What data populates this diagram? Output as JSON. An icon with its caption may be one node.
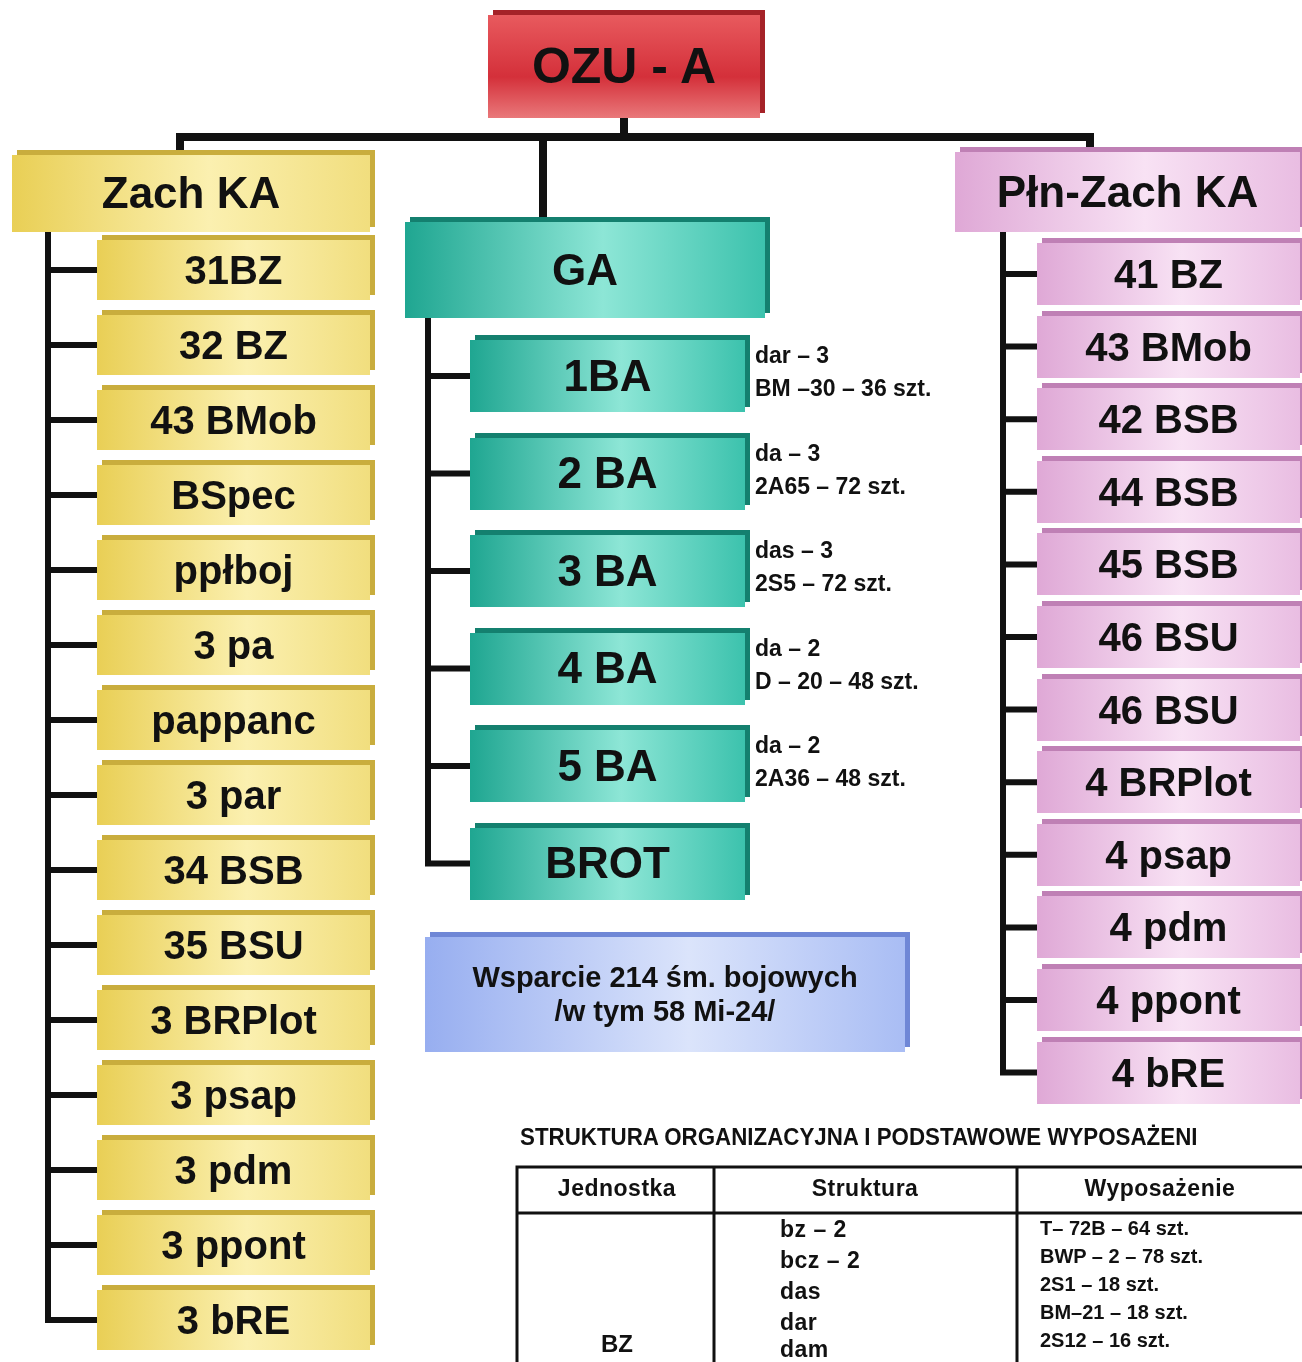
{
  "diagram": {
    "nodes": [
      {
        "text": [
          "OZU - A"
        ]
      },
      {
        "text": [
          "Zach KA"
        ]
      },
      {
        "text": [
          "31BZ"
        ]
      },
      {
        "text": [
          "32 BZ"
        ]
      },
      {
        "text": [
          "43 BMob"
        ]
      },
      {
        "text": [
          "BSpec"
        ]
      },
      {
        "text": [
          "ppłboj"
        ]
      },
      {
        "text": [
          "3 pa"
        ]
      },
      {
        "text": [
          "pappanc"
        ]
      },
      {
        "text": [
          "3 par"
        ]
      },
      {
        "text": [
          "34 BSB"
        ]
      },
      {
        "text": [
          "35 BSU"
        ]
      },
      {
        "text": [
          "3 BRPlot"
        ]
      },
      {
        "text": [
          "3 psap"
        ]
      },
      {
        "text": [
          "3 pdm"
        ]
      },
      {
        "text": [
          "3 ppont"
        ]
      },
      {
        "text": [
          "3 bRE"
        ]
      },
      {
        "text": [
          "GA"
        ]
      },
      {
        "text": [
          "1BA"
        ],
        "beside": [
          "dar – 3",
          "BM –30 – 36 szt."
        ]
      },
      {
        "text": [
          "2 BA"
        ],
        "beside": [
          "da – 3",
          "2A65 – 72 szt."
        ]
      },
      {
        "text": [
          "3 BA"
        ],
        "beside": [
          "das – 3",
          "2S5 – 72 szt."
        ]
      },
      {
        "text": [
          "4 BA"
        ],
        "beside": [
          "da – 2",
          "D – 20 – 48 szt."
        ]
      },
      {
        "text": [
          "5 BA"
        ],
        "beside": [
          "da – 2",
          "2A36 – 48 szt."
        ]
      },
      {
        "text": [
          "BROT"
        ]
      },
      {
        "text": [
          "Wsparcie 214 śm. bojowych /w tym 58 Mi-24/"
        ]
      },
      {
        "text": [
          "Płn-Zach KA"
        ]
      },
      {
        "text": [
          "41 BZ"
        ]
      },
      {
        "text": [
          "43 BMob"
        ]
      },
      {
        "text": [
          "42 BSB"
        ]
      },
      {
        "text": [
          "44 BSB"
        ]
      },
      {
        "text": [
          "45 BSB"
        ]
      },
      {
        "text": [
          "46 BSU"
        ]
      },
      {
        "text": [
          "46 BSU"
        ]
      },
      {
        "text": [
          "4 BRPlot"
        ]
      },
      {
        "text": [
          "4 psap"
        ]
      },
      {
        "text": [
          "4 pdm"
        ]
      },
      {
        "text": [
          "4 ppont"
        ]
      },
      {
        "text": [
          "4 bRE"
        ]
      }
    ],
    "edges": [
      {
        "from": 0,
        "to": 1,
        "arrow": "none"
      },
      {
        "from": 0,
        "to": 17,
        "arrow": "none"
      },
      {
        "from": 0,
        "to": 25,
        "arrow": "none"
      },
      {
        "from": 1,
        "to": 2,
        "arrow": "none"
      },
      {
        "from": 1,
        "to": 3,
        "arrow": "none"
      },
      {
        "from": 1,
        "to": 4,
        "arrow": "none"
      },
      {
        "from": 1,
        "to": 5,
        "arrow": "none"
      },
      {
        "from": 1,
        "to": 6,
        "arrow": "none"
      },
      {
        "from": 1,
        "to": 7,
        "arrow": "none"
      },
      {
        "from": 1,
        "to": 8,
        "arrow": "none"
      },
      {
        "from": 1,
        "to": 9,
        "arrow": "none"
      },
      {
        "from": 1,
        "to": 10,
        "arrow": "none"
      },
      {
        "from": 1,
        "to": 11,
        "arrow": "none"
      },
      {
        "from": 1,
        "to": 12,
        "arrow": "none"
      },
      {
        "from": 1,
        "to": 13,
        "arrow": "none"
      },
      {
        "from": 1,
        "to": 14,
        "arrow": "none"
      },
      {
        "from": 1,
        "to": 15,
        "arrow": "none"
      },
      {
        "from": 1,
        "to": 16,
        "arrow": "none"
      },
      {
        "from": 17,
        "to": 18,
        "arrow": "none"
      },
      {
        "from": 17,
        "to": 19,
        "arrow": "none"
      },
      {
        "from": 17,
        "to": 20,
        "arrow": "none"
      },
      {
        "from": 17,
        "to": 21,
        "arrow": "none"
      },
      {
        "from": 17,
        "to": 22,
        "arrow": "none"
      },
      {
        "from": 17,
        "to": 23,
        "arrow": "none"
      },
      {
        "from": 25,
        "to": 26,
        "arrow": "none"
      },
      {
        "from": 25,
        "to": 27,
        "arrow": "none"
      },
      {
        "from": 25,
        "to": 28,
        "arrow": "none"
      },
      {
        "from": 25,
        "to": 29,
        "arrow": "none"
      },
      {
        "from": 25,
        "to": 30,
        "arrow": "none"
      },
      {
        "from": 25,
        "to": 31,
        "arrow": "none"
      },
      {
        "from": 25,
        "to": 32,
        "arrow": "none"
      },
      {
        "from": 25,
        "to": 33,
        "arrow": "none"
      },
      {
        "from": 25,
        "to": 34,
        "arrow": "none"
      },
      {
        "from": 25,
        "to": 35,
        "arrow": "none"
      },
      {
        "from": 25,
        "to": 36,
        "arrow": "none"
      },
      {
        "from": 25,
        "to": 37,
        "arrow": "none"
      }
    ],
    "labels": [
      "STRUKTURA ORGANIZACYJNA I PODSTAWOWE WYPOSAŻENI",
      "Jednostka",
      "Struktura",
      "Wyposażenie",
      "BZ",
      "bz – 2",
      "bcz – 2",
      "das",
      "dar",
      "dam",
      "T– 72B – 64 szt.",
      "BWP – 2 – 78 szt.",
      "2S1 – 18 szt.",
      "BM–21 – 18 szt.",
      "2S12 –  16 szt."
    ]
  }
}
